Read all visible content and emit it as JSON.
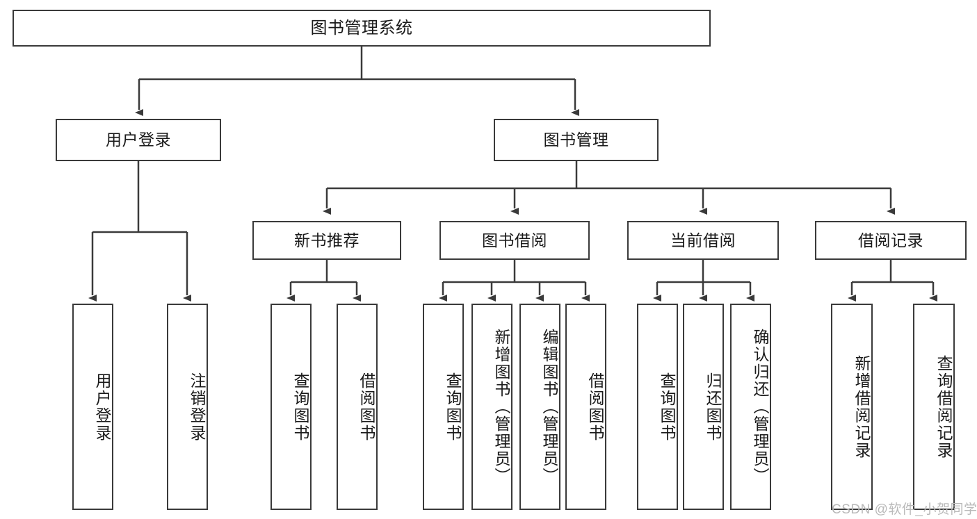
{
  "diagram": {
    "title": "图书管理系统",
    "type": "hierarchy-tree",
    "stroke_color": "#3a3a3a",
    "fill_color": "#ffffff",
    "text_color": "#1a1a1a"
  },
  "nodes": {
    "root": {
      "label": "图书管理系统"
    },
    "level2": [
      {
        "label": "用户登录"
      },
      {
        "label": "图书管理"
      }
    ],
    "level3": [
      {
        "label": "新书推荐"
      },
      {
        "label": "图书借阅"
      },
      {
        "label": "当前借阅"
      },
      {
        "label": "借阅记录"
      }
    ],
    "leaves": {
      "user_login": [
        {
          "label": "用户登录"
        },
        {
          "label": "注销登录"
        }
      ],
      "new_book": [
        {
          "label": "查询图书"
        },
        {
          "label": "借阅图书"
        }
      ],
      "book_borrow": [
        {
          "label": "查询图书"
        },
        {
          "label": "新增图书（管理员）"
        },
        {
          "label": "编辑图书（管理员）"
        },
        {
          "label": "借阅图书"
        }
      ],
      "current_borrow": [
        {
          "label": "查询图书"
        },
        {
          "label": "归还图书"
        },
        {
          "label": "确认归还（管理员）"
        }
      ],
      "borrow_record": [
        {
          "label": "新增借阅记录"
        },
        {
          "label": "查询借阅记录"
        }
      ]
    }
  },
  "watermark": {
    "text": "CSDN @软件_小贺同学"
  }
}
